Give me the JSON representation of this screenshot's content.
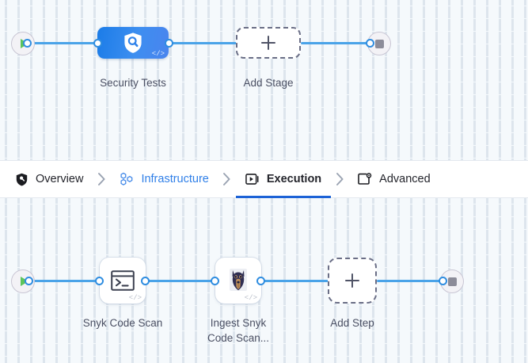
{
  "stage_pipeline": {
    "start_node": {
      "icon": "play-icon",
      "label": ""
    },
    "end_node": {
      "icon": "stop-icon",
      "label": ""
    },
    "nodes": [
      {
        "id": "security-tests",
        "caption": "Security Tests",
        "icon": "shield-search-icon",
        "badge": "</>",
        "type": "stage",
        "color": "#2f82ea"
      },
      {
        "id": "add-stage",
        "caption": "Add Stage",
        "icon": "plus-icon",
        "type": "add"
      }
    ]
  },
  "tabbar": {
    "tabs": [
      {
        "id": "overview",
        "label": "Overview",
        "icon": "shield-icon",
        "state": "default"
      },
      {
        "id": "infrastructure",
        "label": "Infrastructure",
        "icon": "hexagon-cluster-icon",
        "state": "link"
      },
      {
        "id": "execution",
        "label": "Execution",
        "icon": "play-box-icon",
        "state": "active"
      },
      {
        "id": "advanced",
        "label": "Advanced",
        "icon": "window-gear-icon",
        "state": "default"
      }
    ],
    "separator": "›",
    "active_tab": "execution",
    "active_color": "#1c62d6",
    "link_color": "#2f7fe8"
  },
  "step_pipeline": {
    "start_node": {
      "icon": "play-icon",
      "label": ""
    },
    "end_node": {
      "icon": "stop-icon",
      "label": ""
    },
    "nodes": [
      {
        "id": "snyk-code-scan",
        "caption": "Snyk Code Scan",
        "icon": "terminal-icon",
        "badge": "</>",
        "type": "step"
      },
      {
        "id": "ingest-snyk-code-scan",
        "caption": "Ingest Snyk\nCode Scan...",
        "icon": "snyk-doberman-icon",
        "badge": "</>",
        "type": "step"
      },
      {
        "id": "add-step",
        "caption": "Add Step",
        "icon": "plus-icon",
        "type": "add"
      }
    ]
  },
  "colors": {
    "connector": "#4aa3e8",
    "canvas_bg": "#f5f9fc",
    "grid_dot": "#dde5ed",
    "caption_text": "#4a4f63"
  }
}
